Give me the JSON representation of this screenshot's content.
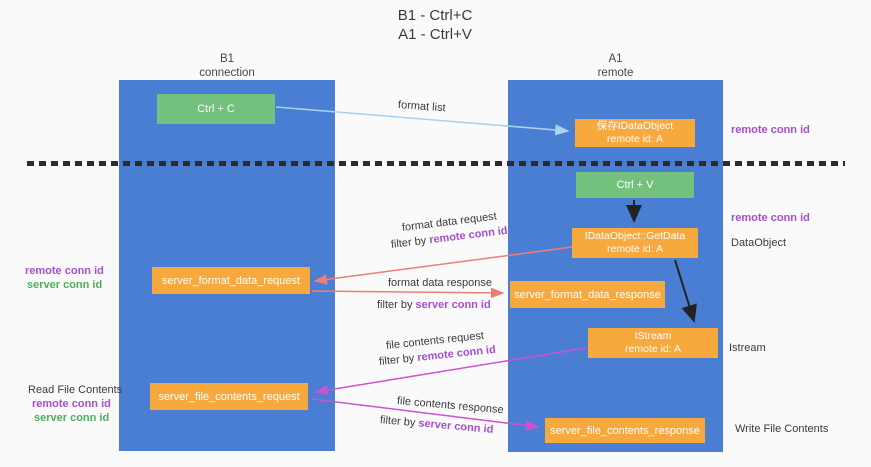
{
  "title": {
    "line1": "B1 - Ctrl+C",
    "line2": "A1 - Ctrl+V"
  },
  "lanes": {
    "left": {
      "header1": "B1",
      "header2": "connection"
    },
    "right": {
      "header1": "A1",
      "header2": "remote"
    }
  },
  "nodes": {
    "ctrl_c": {
      "label": "Ctrl + C"
    },
    "ctrl_v": {
      "label": "Ctrl + V"
    },
    "save_idataobject": {
      "line1": "保存IDataObject",
      "line2": "remote id: A"
    },
    "getdata": {
      "line1": "IDataObject::GetData",
      "line2": "remote id: A"
    },
    "istream": {
      "line1": "IStream",
      "line2": "remote id: A"
    },
    "format_request": {
      "label": "server_format_data_request"
    },
    "format_response": {
      "label": "server_format_data_response"
    },
    "file_request": {
      "label": "server_file_contents_request"
    },
    "file_response": {
      "label": "server_file_contents_response"
    }
  },
  "edge_labels": {
    "format_list": "format list",
    "format_data_request": "format data request",
    "format_data_response": "format data response",
    "file_contents_request": "file contents request",
    "file_contents_response": "file contents response",
    "filter_by": "filter by ",
    "remote_conn_id": "remote conn id",
    "server_conn_id": "server conn id"
  },
  "side_labels": {
    "left_remote_conn_id": "remote conn id",
    "left_server_conn_id": "server conn id",
    "read_file_contents": "Read File Contents",
    "right_remote_conn_id_top": "remote conn id",
    "right_remote_conn_id_mid": "remote conn id",
    "dataobject": "DataObject",
    "istream": "Istream",
    "write_file_contents": "Write File Contents"
  },
  "colors": {
    "lane_blue": "#4a7ed3",
    "node_green": "#74c17d",
    "node_orange": "#f8a93e",
    "arrow_light_blue": "#a9d2ef",
    "arrow_red": "#ec7e74",
    "arrow_magenta": "#cf52cf",
    "arrow_black": "#222222",
    "text_purple": "#a54fd2",
    "text_green": "#4caf5e",
    "divider_dark": "#2c2c2c"
  }
}
